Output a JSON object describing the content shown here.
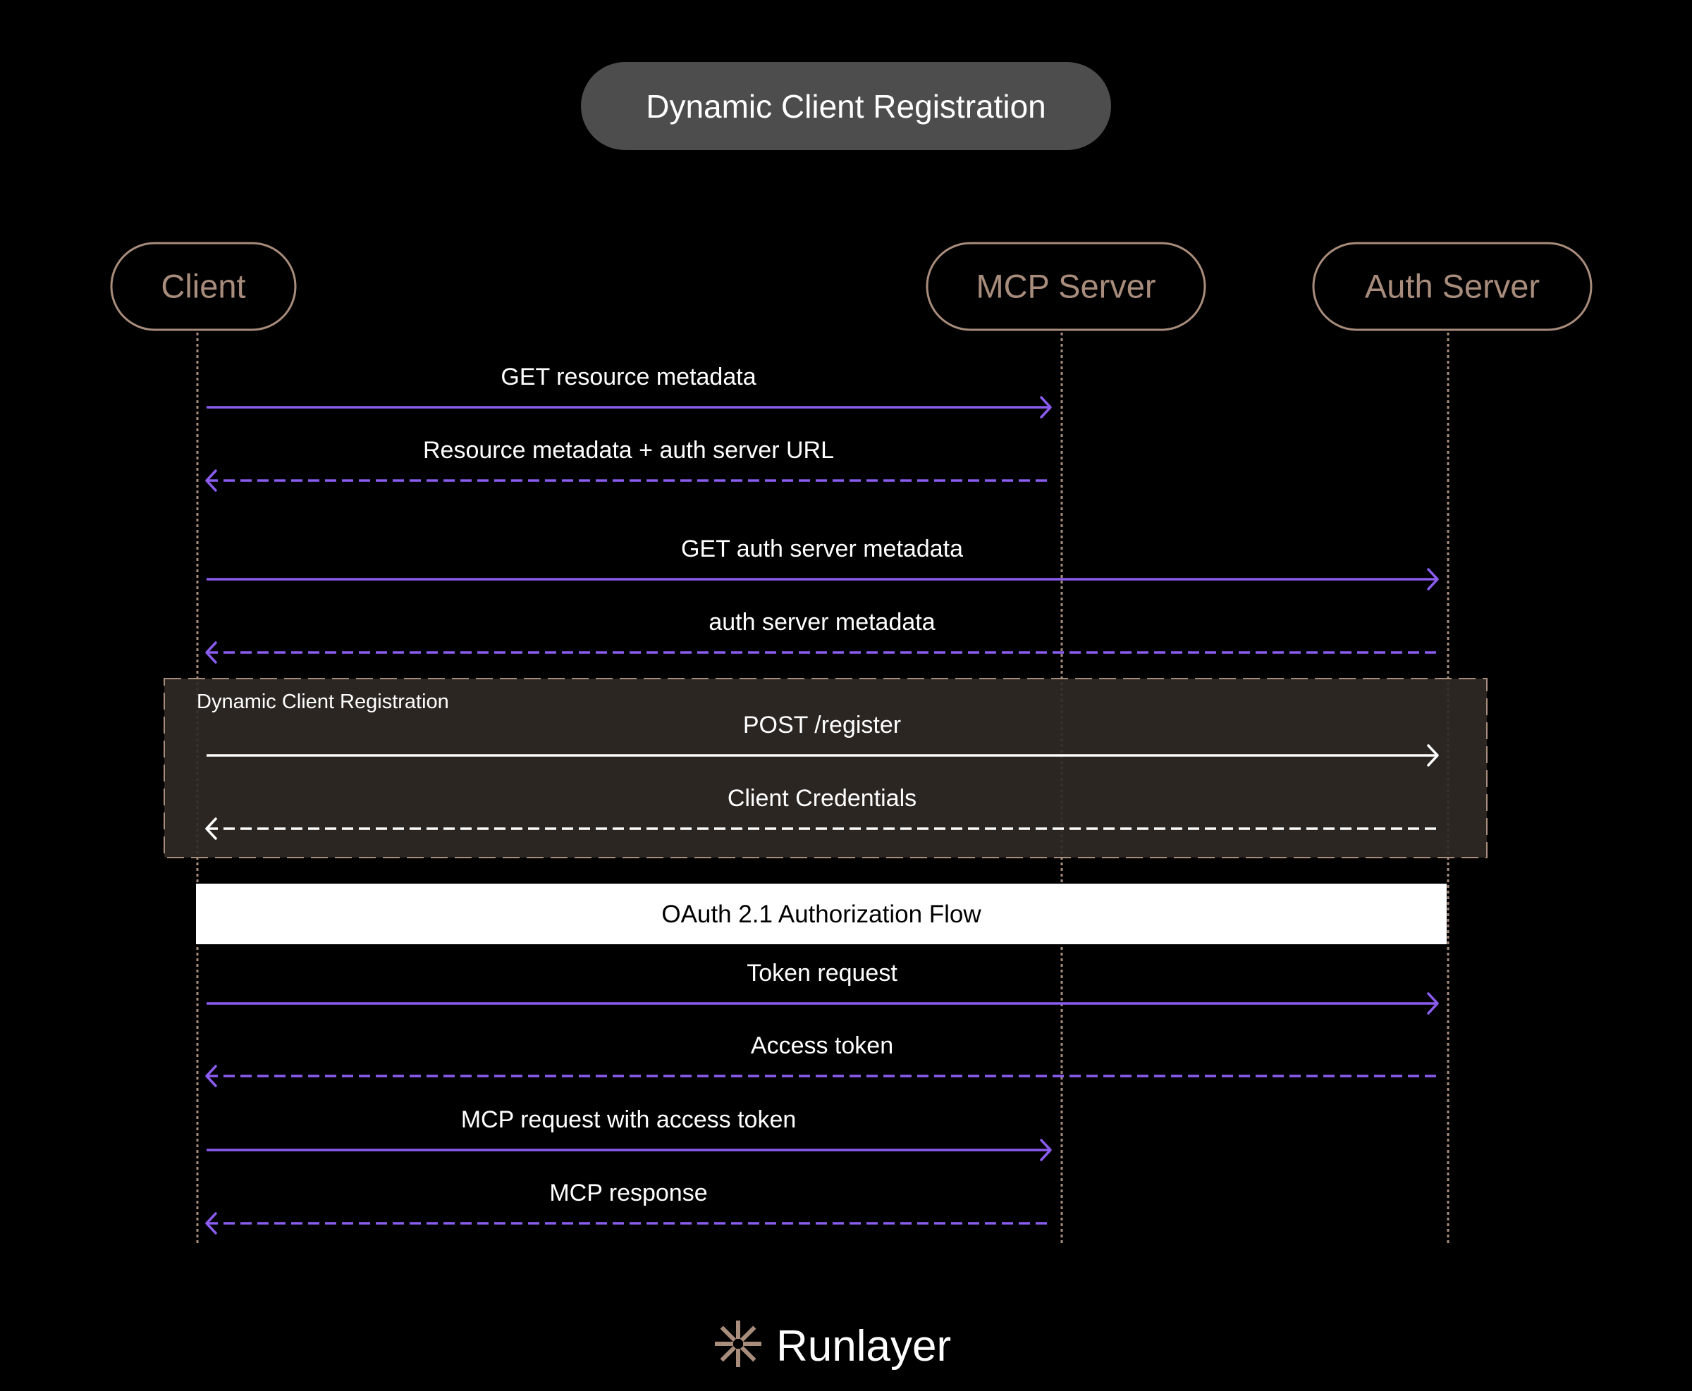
{
  "title": "Dynamic Client Registration",
  "colors": {
    "background": "#000000",
    "title_pill": "#4d4d4d",
    "actor": "#a88c7c",
    "message": "#8a5cf0",
    "group_fill": "#2f2925",
    "group_message": "#ffffff",
    "bar_fill": "#ffffff"
  },
  "actors": [
    {
      "id": "client",
      "label": "Client"
    },
    {
      "id": "mcp",
      "label": "MCP Server"
    },
    {
      "id": "auth",
      "label": "Auth Server"
    }
  ],
  "messages": [
    {
      "label": "GET resource metadata",
      "from": "client",
      "to": "mcp",
      "style": "solid",
      "group": false
    },
    {
      "label": "Resource metadata + auth server URL",
      "from": "mcp",
      "to": "client",
      "style": "dashed",
      "group": false
    },
    {
      "label": "GET auth server metadata",
      "from": "client",
      "to": "auth",
      "style": "solid",
      "group": false
    },
    {
      "label": "auth server metadata",
      "from": "auth",
      "to": "client",
      "style": "dashed",
      "group": false
    },
    {
      "label": "POST /register",
      "from": "client",
      "to": "auth",
      "style": "solid",
      "group": true
    },
    {
      "label": "Client Credentials",
      "from": "auth",
      "to": "client",
      "style": "dashed",
      "group": true
    },
    {
      "label": "Token request",
      "from": "client",
      "to": "auth",
      "style": "solid",
      "group": false
    },
    {
      "label": "Access token",
      "from": "auth",
      "to": "client",
      "style": "dashed",
      "group": false
    },
    {
      "label": "MCP request with access token",
      "from": "client",
      "to": "mcp",
      "style": "solid",
      "group": false
    },
    {
      "label": "MCP response",
      "from": "mcp",
      "to": "client",
      "style": "dashed",
      "group": false
    }
  ],
  "group": {
    "label": "Dynamic Client Registration"
  },
  "flow_bar": {
    "label": "OAuth 2.1 Authorization Flow"
  },
  "brand": {
    "name": "Runlayer",
    "icon": "starburst-logo-icon"
  }
}
